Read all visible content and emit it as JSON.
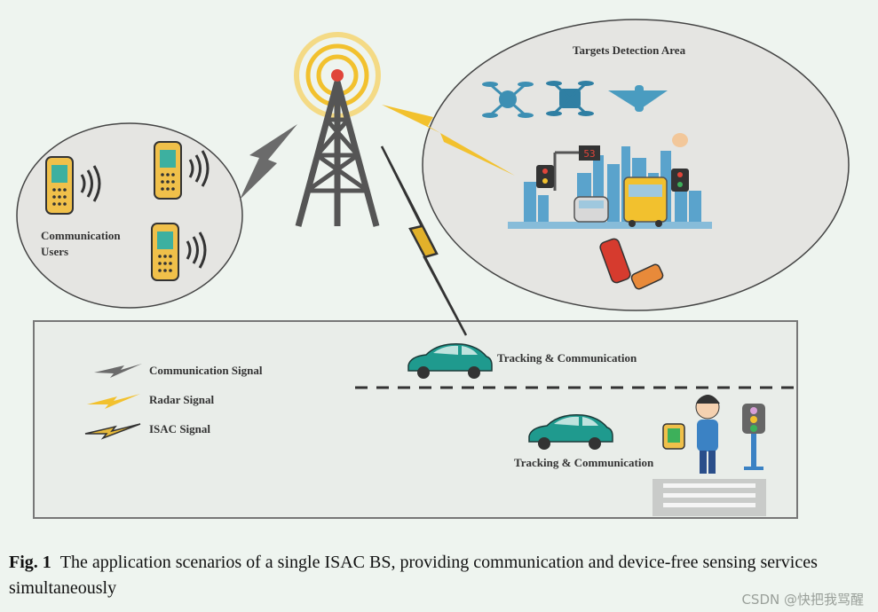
{
  "diagram": {
    "target_area_title": "Targets Detection Area",
    "speed_sign": "53",
    "comm_users_line1": "Communication",
    "comm_users_line2": "Users",
    "tracking_label_1": "Tracking & Communication",
    "tracking_label_2": "Tracking & Communication",
    "legend": [
      {
        "label": "Communication Signal",
        "color": "#6b6b6b"
      },
      {
        "label": "Radar Signal",
        "color": "#f2c12e"
      },
      {
        "label": "ISAC Signal",
        "color": "#e6b93a"
      }
    ],
    "colors": {
      "tower": "#555555",
      "radar": "#f2c12e",
      "comm": "#666666",
      "car": "#1f9a8e",
      "road_bg": "#e9ede9",
      "ellipse": "#e7e7e4"
    }
  },
  "caption": {
    "label": "Fig. 1",
    "text": "The application scenarios of a single ISAC BS, providing communication and device-free sensing services simultaneously"
  },
  "watermark": "CSDN @快把我骂醒"
}
